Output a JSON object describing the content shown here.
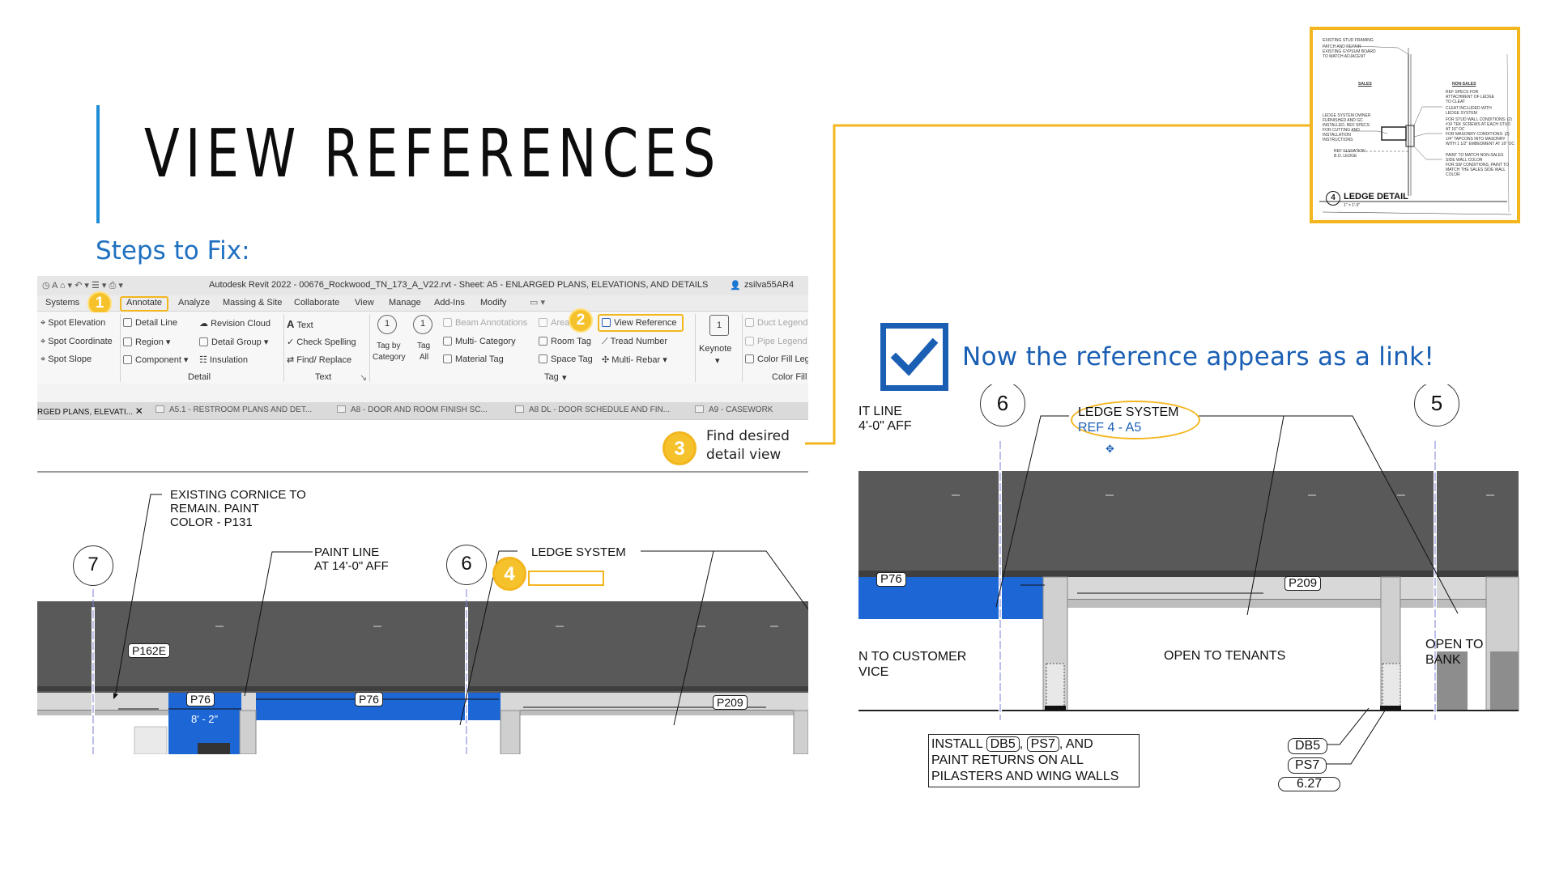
{
  "slide": {
    "title": "VIEW REFERENCES",
    "subtitle": "Steps to Fix:",
    "step3_line1": "Find desired",
    "step3_line2": "detail view",
    "result_text": "Now the reference appears as a link!",
    "accent_color": "#1f8dd6",
    "highlight_color": "#f3b61f"
  },
  "steps": {
    "s1": "1",
    "s2": "2",
    "s3": "3",
    "s4": "4"
  },
  "revit": {
    "window_title": "Autodesk Revit 2022 - 00676_Rockwood_TN_173_A_V22.rvt - Sheet: A5 - ENLARGED PLANS, ELEVATIONS, AND DETAILS",
    "user": "zsilva55AR4",
    "tabs": [
      "Systems",
      "Annotate",
      "Analyze",
      "Massing & Site",
      "Collaborate",
      "View",
      "Manage",
      "Add-Ins",
      "Modify"
    ],
    "dimension_panel": [
      "Spot Elevation",
      "Spot Coordinate",
      "Spot Slope"
    ],
    "detail_panel": {
      "items": [
        "Detail Line",
        "Region",
        "Component",
        "Revision Cloud",
        "Detail Group",
        "Insulation"
      ],
      "label": "Detail"
    },
    "text_panel": {
      "items": [
        "Text",
        "Check Spelling",
        "Find/ Replace"
      ],
      "label": "Text"
    },
    "tag_panel": {
      "tag_by_category_line1": "Tag by",
      "tag_by_category_line2": "Category",
      "tag_all_line1": "Tag",
      "tag_all_line2": "All",
      "items": [
        "Beam Annotations",
        "Multi- Category",
        "Material Tag",
        "Area",
        "Room Tag",
        "Space Tag",
        "View Reference",
        "Tread Number",
        "Multi- Rebar"
      ],
      "label": "Tag"
    },
    "keynote": "Keynote",
    "legend_panel": {
      "items": [
        "Duct Legend",
        "Pipe Legend",
        "Color Fill Legend"
      ],
      "label": "Color Fill"
    },
    "doc_tabs": [
      "RGED PLANS, ELEVATI...",
      "A5.1 - RESTROOM PLANS AND DET...",
      "A8 - DOOR AND ROOM FINISH SC...",
      "A8 DL - DOOR SCHEDULE AND FIN...",
      "A9 - CASEWORK"
    ]
  },
  "left_drawing": {
    "note_cornice": [
      "EXISTING CORNICE TO",
      "REMAIN. PAINT",
      "COLOR - P131"
    ],
    "note_paint_line": [
      "PAINT LINE",
      "AT 14'-0\" AFF"
    ],
    "note_ledge": "LEDGE SYSTEM",
    "grid_7": "7",
    "grid_6": "6",
    "tag_p162e": "P162E",
    "tag_p76_a": "P76",
    "tag_p76_b": "P76",
    "tag_p209": "P209",
    "dim_8_2": "8' - 2\""
  },
  "right_drawing": {
    "note_paint_line": [
      "IT LINE",
      "4'-0\" AFF"
    ],
    "note_ledge": "LEDGE SYSTEM",
    "ledge_ref": "REF 4 - A5",
    "grid_6": "6",
    "grid_5": "5",
    "tag_p76": "P76",
    "tag_p209": "P209",
    "label_customer": [
      "N TO CUSTOMER",
      "VICE"
    ],
    "label_tenants": "OPEN TO TENANTS",
    "label_bank": [
      "OPEN TO",
      "BANK"
    ],
    "install_note": {
      "line1_a": "INSTALL",
      "line1_tag1": "DB5",
      "line1_comma": ",",
      "line1_tag2": "PS7",
      "line1_b": ", AND",
      "line2": "PAINT RETURNS ON ALL",
      "line3": "PILASTERS AND WING WALLS"
    },
    "tag_db5": "DB5",
    "tag_ps7": "PS7",
    "tag_627": "6.27",
    "link_color": "#1a5fb4"
  },
  "ledge_detail": {
    "title": "LEDGE DETAIL",
    "number": "4",
    "scale": "1\" = 1'-0\"",
    "col_left": "SALES",
    "col_right": "NON-SALES",
    "notes_top": [
      "EXISTING STUD FRAMING",
      "PATCH AND REPAIR",
      "EXISTING GYPSUM BOARD",
      "TO MATCH ADJACENT"
    ],
    "notes_left": [
      "LEDGE SYSTEM OWNER",
      "FURNISHED AND GC",
      "INSTALLED. REF SPECS",
      "FOR CUTTING AND",
      "INSTALLATION",
      "INSTRUCTIONS"
    ],
    "notes_elev": [
      "REF ELEVATION",
      "B.O. LEDGE"
    ],
    "notes_right": [
      "REF SPECS FOR",
      "ATTACHMENT OF LEDGE",
      "TO CLEAT",
      "CLEAT INCLUDED WITH",
      "LEDGE SYSTEM",
      "FOR STUD WALL CONDITIONS: (2)",
      "#10 TEK SCREWS AT EACH STUD",
      "AT 16\" OC",
      "FOR MASONRY CONDITIONS: (2)",
      "1/4\" TAPCONS INTO MASONRY",
      "WITH 1 1/2\" EMBEDMENT AT 16\" OC",
      "PAINT TO MATCH NON-SALES",
      "SIDE WALL COLOR",
      "FOR SW CONDITIONS, PAINT TO",
      "MATCH THE SALES SIDE WALL",
      "COLOR"
    ]
  }
}
